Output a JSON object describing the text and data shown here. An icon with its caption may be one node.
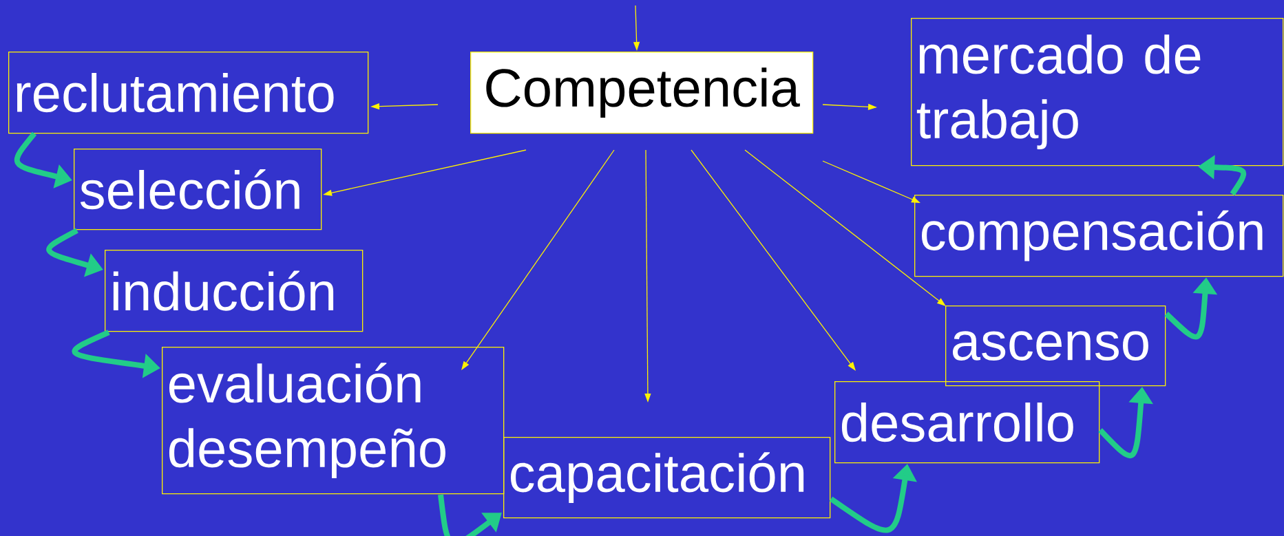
{
  "diagram": {
    "nodes": [
      {
        "text": [
          "Competencia"
        ]
      },
      {
        "text": [
          "reclutamiento"
        ]
      },
      {
        "text": [
          "selección"
        ]
      },
      {
        "text": [
          "inducción"
        ]
      },
      {
        "text": [
          "evaluación desempeño"
        ]
      },
      {
        "text": [
          "capacitación"
        ]
      },
      {
        "text": [
          "desarrollo"
        ]
      },
      {
        "text": [
          "ascenso"
        ]
      },
      {
        "text": [
          "compensación"
        ]
      },
      {
        "text": [
          "mercado de trabajo"
        ]
      }
    ],
    "edges": [
      {
        "from": null,
        "to": 0,
        "arrow": "to"
      },
      {
        "from": 0,
        "to": 1,
        "arrow": "to"
      },
      {
        "from": 0,
        "to": 2,
        "arrow": "to"
      },
      {
        "from": 0,
        "to": 4,
        "arrow": "to"
      },
      {
        "from": 0,
        "to": 5,
        "arrow": "to"
      },
      {
        "from": 0,
        "to": 6,
        "arrow": "to"
      },
      {
        "from": 0,
        "to": 7,
        "arrow": "to"
      },
      {
        "from": 0,
        "to": 8,
        "arrow": "to"
      },
      {
        "from": 0,
        "to": 9,
        "arrow": "to"
      },
      {
        "from": 1,
        "to": 2,
        "arrow": "to",
        "style": "thick",
        "color": "#22cc88"
      },
      {
        "from": 2,
        "to": 3,
        "arrow": "to",
        "style": "thick",
        "color": "#22cc88"
      },
      {
        "from": 3,
        "to": 4,
        "arrow": "to",
        "style": "thick",
        "color": "#22cc88"
      },
      {
        "from": 4,
        "to": 5,
        "arrow": "to",
        "style": "thick",
        "color": "#22cc88"
      },
      {
        "from": 5,
        "to": 6,
        "arrow": "to",
        "style": "thick",
        "color": "#22cc88"
      },
      {
        "from": 6,
        "to": 7,
        "arrow": "to",
        "style": "thick",
        "color": "#22cc88"
      },
      {
        "from": 7,
        "to": 8,
        "arrow": "to",
        "style": "thick",
        "color": "#22cc88"
      },
      {
        "from": 8,
        "to": 9,
        "arrow": "to",
        "style": "thick",
        "color": "#22cc88"
      }
    ]
  }
}
